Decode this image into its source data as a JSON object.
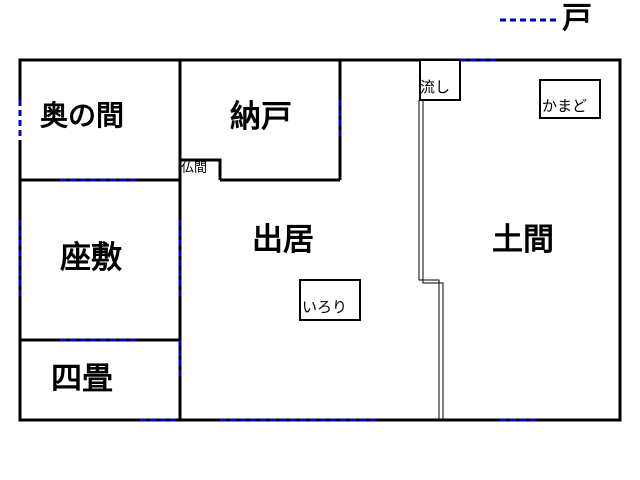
{
  "legend": {
    "door_symbol_label": "戸"
  },
  "rooms": {
    "oku_no_ma": "奥の間",
    "nando": "納戸",
    "butsuma": "仏間",
    "zashiki": "座敷",
    "yojo": "四畳",
    "dei": "出居",
    "doma": "土間"
  },
  "fixtures": {
    "nagashi": "流し",
    "kamado": "かまど",
    "irori": "いろり"
  },
  "colors": {
    "wall": "#000000",
    "door": "#0000c0"
  }
}
